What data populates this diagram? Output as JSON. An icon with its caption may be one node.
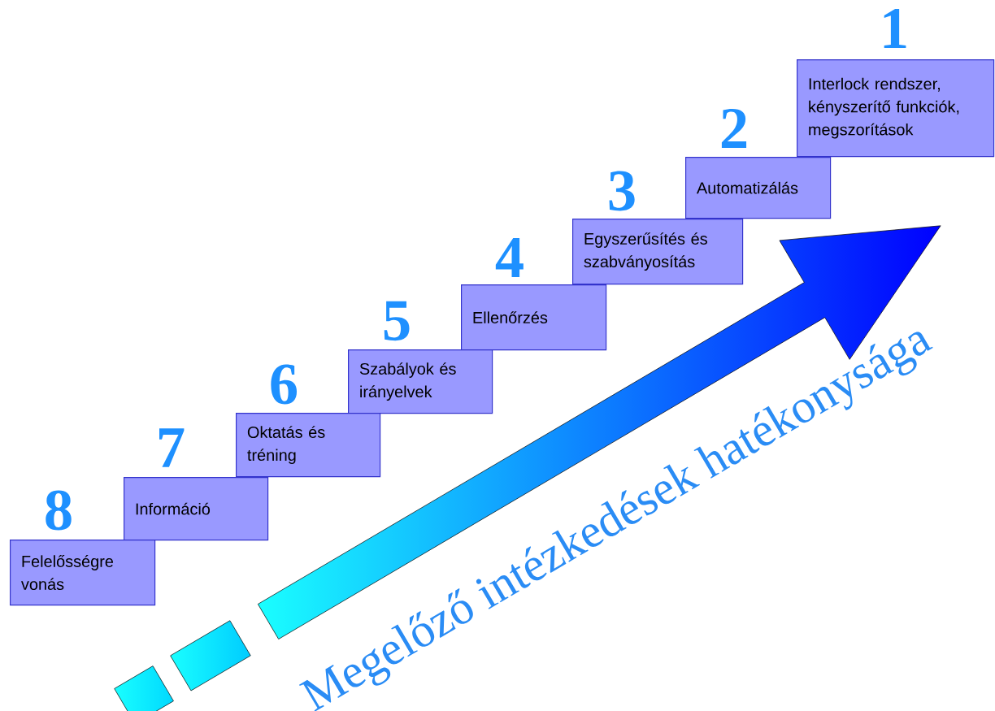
{
  "diagram": {
    "nodes": [
      {
        "text": [
          "Interlock rendszer, kényszerítő funkciók, megszorítások"
        ],
        "beside": [
          "1"
        ]
      },
      {
        "text": [
          "Automatizálás"
        ],
        "beside": [
          "2"
        ]
      },
      {
        "text": [
          "Egyszerűsítés és szabványosítás"
        ],
        "beside": [
          "3"
        ]
      },
      {
        "text": [
          "Ellenőrzés"
        ],
        "beside": [
          "4"
        ]
      },
      {
        "text": [
          "Szabályok és irányelvek"
        ],
        "beside": [
          "5"
        ]
      },
      {
        "text": [
          "Oktatás és tréning"
        ],
        "beside": [
          "6"
        ]
      },
      {
        "text": [
          "Információ"
        ],
        "beside": [
          "7"
        ]
      },
      {
        "text": [
          "Felelősségre vonás"
        ],
        "beside": [
          "8"
        ]
      }
    ],
    "labels": [
      "Megelőző intézkedések hatékonysága"
    ]
  }
}
